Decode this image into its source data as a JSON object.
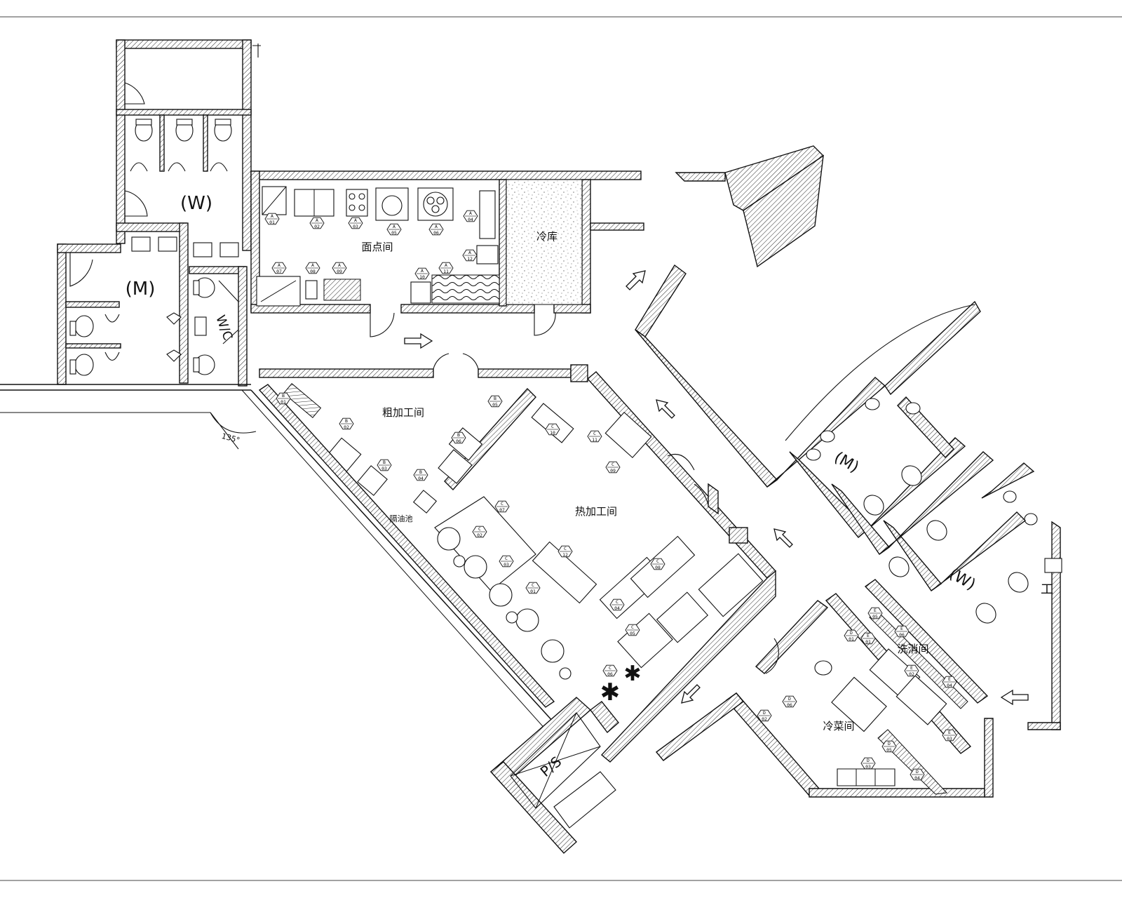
{
  "room_labels": {
    "pastry_room": "面点间",
    "cold_store": "冷库",
    "rough_processing": "粗加工间",
    "hot_kitchen": "热加工间",
    "cold_dish_room": "冷菜间",
    "dishwashing_room": "洗消间",
    "waste_oil": "隔油池",
    "ps": "P/S",
    "angle": "135°"
  },
  "toilet_labels": {
    "women_1": "(W)",
    "men_1": "(M)",
    "wc": "W/C",
    "men_2": "(M)",
    "women_2": "(W)",
    "cleaner": "工"
  },
  "equipment_tags": [
    {
      "id": "A01",
      "top": "A",
      "bot": "01"
    },
    {
      "id": "A02",
      "top": "A",
      "bot": "02"
    },
    {
      "id": "A03",
      "top": "A",
      "bot": "03"
    },
    {
      "id": "A04",
      "top": "A",
      "bot": "04"
    },
    {
      "id": "A05",
      "top": "A",
      "bot": "05"
    },
    {
      "id": "A06",
      "top": "A",
      "bot": "06"
    },
    {
      "id": "A07",
      "top": "A",
      "bot": "07"
    },
    {
      "id": "A08",
      "top": "A",
      "bot": "08"
    },
    {
      "id": "A09",
      "top": "A",
      "bot": "09"
    },
    {
      "id": "A10",
      "top": "A",
      "bot": "10"
    },
    {
      "id": "A11",
      "top": "A",
      "bot": "11"
    },
    {
      "id": "A12",
      "top": "A",
      "bot": "12"
    },
    {
      "id": "B01",
      "top": "B",
      "bot": "01"
    },
    {
      "id": "B02",
      "top": "B",
      "bot": "02"
    },
    {
      "id": "B03",
      "top": "B",
      "bot": "03"
    },
    {
      "id": "B04",
      "top": "B",
      "bot": "04"
    },
    {
      "id": "B05",
      "top": "B",
      "bot": "05"
    },
    {
      "id": "B06",
      "top": "B",
      "bot": "06"
    },
    {
      "id": "C01",
      "top": "C",
      "bot": "01"
    },
    {
      "id": "C02",
      "top": "C",
      "bot": "02"
    },
    {
      "id": "C03",
      "top": "C",
      "bot": "03"
    },
    {
      "id": "C04",
      "top": "C",
      "bot": "04"
    },
    {
      "id": "C05",
      "top": "C",
      "bot": "05"
    },
    {
      "id": "C06",
      "top": "C",
      "bot": "06"
    },
    {
      "id": "C07",
      "top": "C",
      "bot": "07"
    },
    {
      "id": "C08",
      "top": "C",
      "bot": "08"
    },
    {
      "id": "C09",
      "top": "C",
      "bot": "09"
    },
    {
      "id": "C10",
      "top": "C",
      "bot": "10"
    },
    {
      "id": "C11",
      "top": "C",
      "bot": "11"
    },
    {
      "id": "C12",
      "top": "C",
      "bot": "12"
    },
    {
      "id": "D01",
      "top": "D",
      "bot": "01"
    },
    {
      "id": "D02",
      "top": "D",
      "bot": "02"
    },
    {
      "id": "D03",
      "top": "D",
      "bot": "03"
    },
    {
      "id": "D04",
      "top": "D",
      "bot": "04"
    },
    {
      "id": "D05",
      "top": "D",
      "bot": "05"
    },
    {
      "id": "D06",
      "top": "D",
      "bot": "06"
    },
    {
      "id": "E01",
      "top": "E",
      "bot": "01"
    },
    {
      "id": "E02",
      "top": "E",
      "bot": "02"
    },
    {
      "id": "E03",
      "top": "E",
      "bot": "03"
    },
    {
      "id": "E04",
      "top": "E",
      "bot": "04"
    },
    {
      "id": "E05",
      "top": "E",
      "bot": "05"
    },
    {
      "id": "E06",
      "top": "E",
      "bot": "06"
    }
  ]
}
